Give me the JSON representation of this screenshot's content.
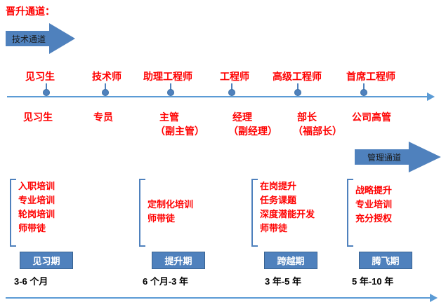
{
  "title": "晋升通道：",
  "channels": {
    "tech": "技术通道",
    "mgmt": "管理通道"
  },
  "tech_levels": [
    "见习生",
    "技术师",
    "助理工程师",
    "工程师",
    "高级工程师",
    "首席工程师"
  ],
  "mgmt_levels": [
    {
      "name": "见习生",
      "deputy": ""
    },
    {
      "name": "专员",
      "deputy": ""
    },
    {
      "name": "主管",
      "deputy": "（副主管）"
    },
    {
      "name": "经理",
      "deputy": "（副经理）"
    },
    {
      "name": "部长",
      "deputy": "（福部长）"
    },
    {
      "name": "公司高管",
      "deputy": ""
    }
  ],
  "stages": [
    {
      "trainings": [
        "入职培训",
        "专业培训",
        "轮岗培训",
        "师带徒"
      ],
      "phase": "见习期",
      "duration": "3-6 个月"
    },
    {
      "trainings": [
        "定制化培训",
        "师带徒"
      ],
      "phase": "提升期",
      "duration": "6 个月-3 年"
    },
    {
      "trainings": [
        "在岗提升",
        "任务课题",
        "深度潜能开发",
        "师带徒"
      ],
      "phase": "跨越期",
      "duration": "3 年-5 年"
    },
    {
      "trainings": [
        "战略提升",
        "专业培训",
        "充分授权"
      ],
      "phase": "腾飞期",
      "duration": "5 年-10 年"
    }
  ],
  "colors": {
    "accent_blue": "#4F81BD",
    "line_blue": "#5B9BD5",
    "text_red": "#FF0000"
  }
}
